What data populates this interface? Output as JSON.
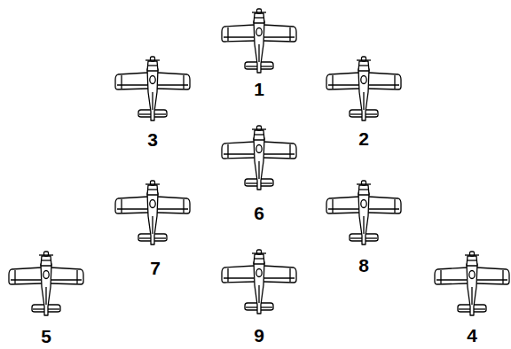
{
  "diagram": {
    "labels": [
      "1",
      "3",
      "2",
      "6",
      "7",
      "8",
      "5",
      "9",
      "4"
    ]
  }
}
